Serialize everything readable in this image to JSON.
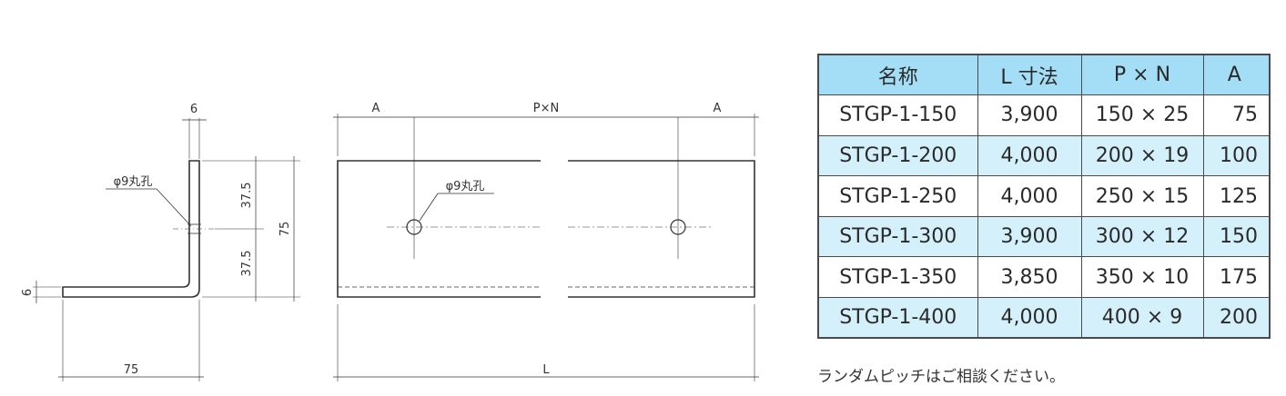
{
  "side_view": {
    "thickness_top": "6",
    "hole_label": "φ9丸孔",
    "dim_upper": "37.5",
    "dim_lower": "37.5",
    "dim_height": "75",
    "thickness_left": "6",
    "dim_width": "75"
  },
  "front_view": {
    "dim_a_left": "A",
    "dim_pxn": "P×N",
    "dim_a_right": "A",
    "hole_label": "φ9丸孔",
    "dim_length": "L"
  },
  "table": {
    "headers": [
      "名称",
      "L 寸法",
      "P × N",
      "A"
    ],
    "rows": [
      [
        "STGP-1-150",
        "3,900",
        "150 × 25",
        "75"
      ],
      [
        "STGP-1-200",
        "4,000",
        "200 × 19",
        "100"
      ],
      [
        "STGP-1-250",
        "4,000",
        "250 × 15",
        "125"
      ],
      [
        "STGP-1-300",
        "3,900",
        "300 × 12",
        "150"
      ],
      [
        "STGP-1-350",
        "3,850",
        "350 × 10",
        "175"
      ],
      [
        "STGP-1-400",
        "4,000",
        "400 × 9",
        "200"
      ]
    ],
    "note": "ランダムピッチはご相談ください。"
  }
}
